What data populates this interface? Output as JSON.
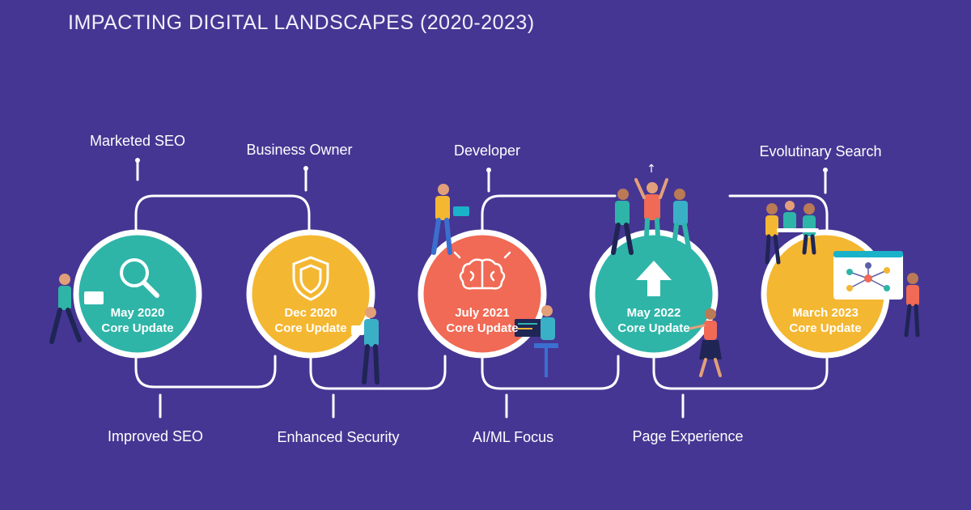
{
  "title": "IMPACTING DIGITAL LANDSCAPES (2020-2023)",
  "milestones": [
    {
      "date": "May 2020",
      "name": "Core Update",
      "icon": "magnifier-icon",
      "color": "#2eb5a8"
    },
    {
      "date": "Dec 2020",
      "name": "Core Update",
      "icon": "shield-icon",
      "color": "#f4b731"
    },
    {
      "date": "July 2021",
      "name": "Core Update",
      "icon": "brain-icon",
      "color": "#f06a55"
    },
    {
      "date": "May 2022",
      "name": "Core Update",
      "icon": "arrow-up-icon",
      "color": "#2eb5a8"
    },
    {
      "date": "March 2023",
      "name": "Core Update",
      "icon": "network-diagram-icon",
      "color": "#f4b731"
    }
  ],
  "top_labels": [
    "Marketed SEO",
    "Business Owner",
    "Developer",
    "Evolutinary Search"
  ],
  "bottom_labels": [
    "Improved SEO",
    "Enhanced Security",
    "AI/ML Focus",
    "Page Experience"
  ],
  "colors": {
    "background": "#463693",
    "connector": "#ffffff"
  }
}
